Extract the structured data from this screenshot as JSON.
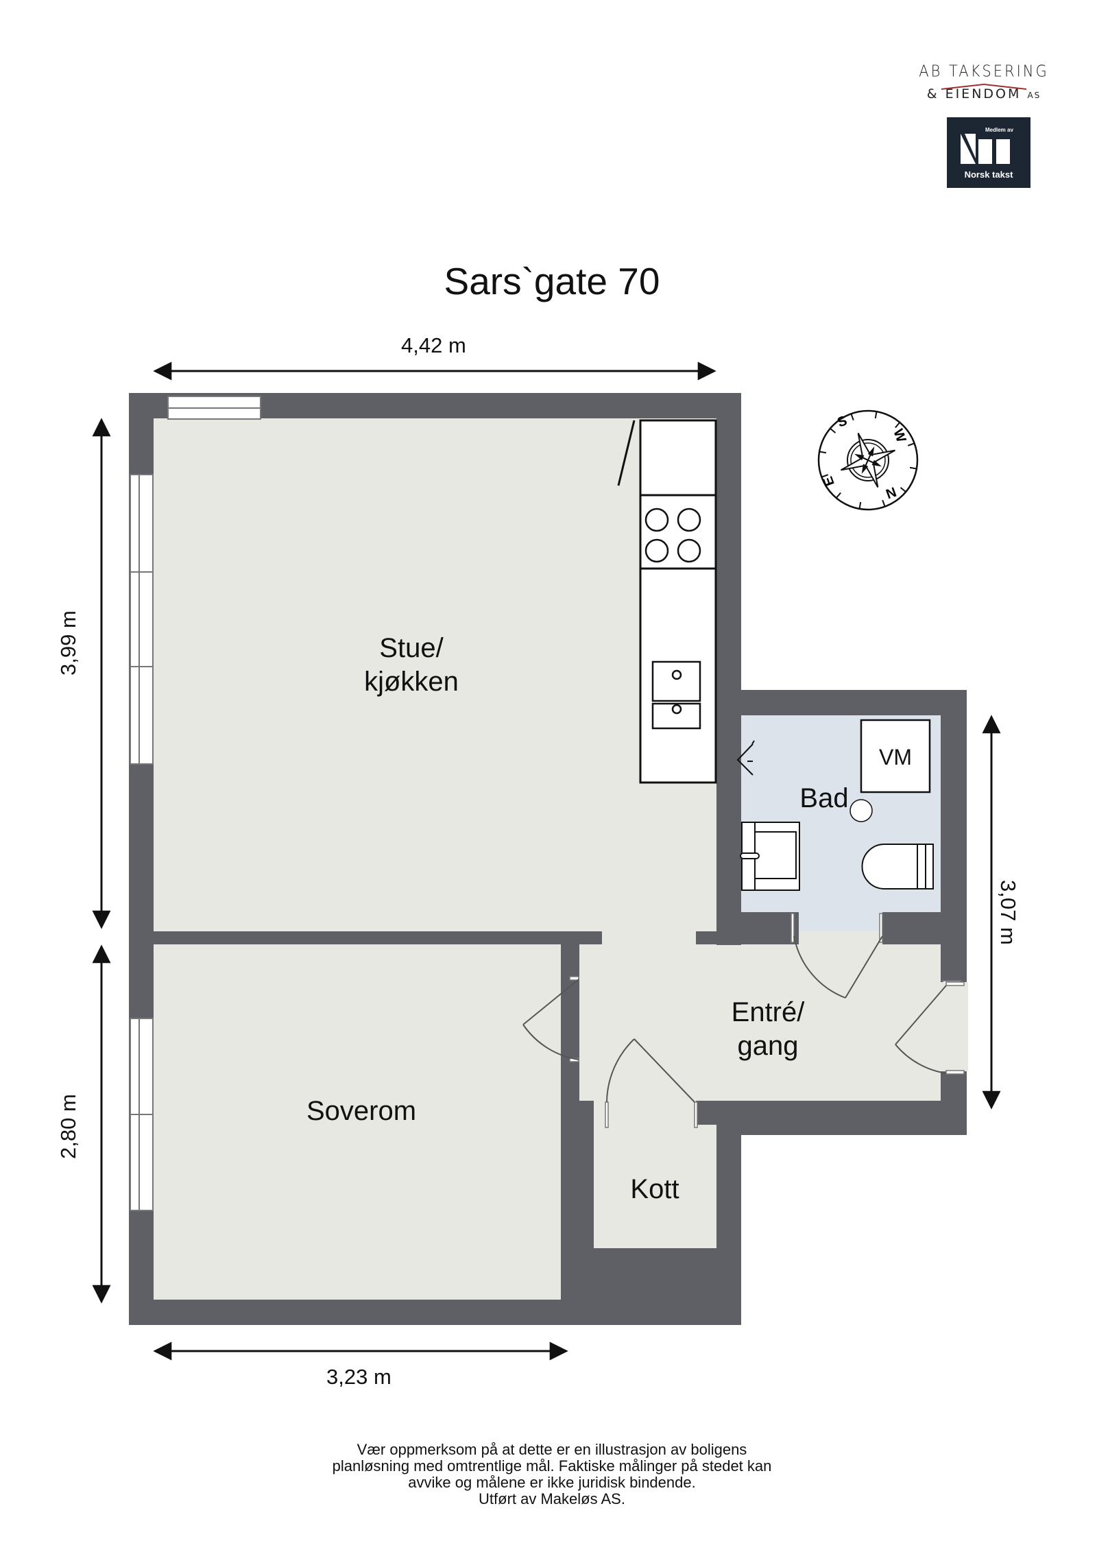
{
  "logo": {
    "company_line1": "AB TAKSERING",
    "company_line2": "& EIENDOM",
    "company_suffix": "AS",
    "roof_color": "#a0302f",
    "badge": {
      "top_text": "Medlem av",
      "name": "Norsk takst",
      "background": "#1c2733"
    }
  },
  "title": "Sars`gate 70",
  "dimensions": {
    "top_width": "4,42 m",
    "left_upper_height": "3,99 m",
    "left_lower_height": "2,80 m",
    "right_height": "3,07 m",
    "bottom_width": "3,23 m"
  },
  "rooms": {
    "living_kitchen": {
      "line1": "Stue/",
      "line2": "kjøkken"
    },
    "bathroom": {
      "label": "Bad",
      "washing_machine": "VM"
    },
    "hallway": {
      "line1": "Entré/",
      "line2": "gang"
    },
    "bedroom": {
      "label": "Soverom"
    },
    "closet": {
      "label": "Kott"
    }
  },
  "compass": {
    "labels": [
      "S",
      "W",
      "N",
      "E"
    ]
  },
  "colors": {
    "wall": "#5e6065",
    "floor": "#e8e8e2",
    "bathroom_floor": "#dde3eb"
  },
  "footer": {
    "line1": "Vær oppmerksom på at dette er en illustrasjon av boligens",
    "line2": "planløsning med omtrentlige mål. Faktiske målinger på stedet kan",
    "line3": "avvike og målene er ikke juridisk bindende.",
    "line4": "Utført av Makeløs AS."
  }
}
